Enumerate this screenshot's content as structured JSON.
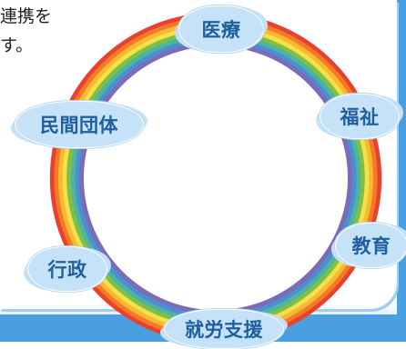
{
  "intro_text": "連携を\nす。",
  "center_ring": {
    "bands": [
      "#e8412f",
      "#f47a2a",
      "#f7b92f",
      "#f4e04a",
      "#7ec044",
      "#4fb3a1",
      "#4a8fd0",
      "#7b6bb8"
    ]
  },
  "nodes": [
    {
      "label": "医療"
    },
    {
      "label": "福祉"
    },
    {
      "label": "教育"
    },
    {
      "label": "就労支援"
    },
    {
      "label": "行政"
    },
    {
      "label": "民間団体"
    }
  ],
  "colors": {
    "cloud_fill": "#c6e2f8",
    "label_text": "#1f5f9e",
    "accent_band": "#4a9fe0"
  }
}
